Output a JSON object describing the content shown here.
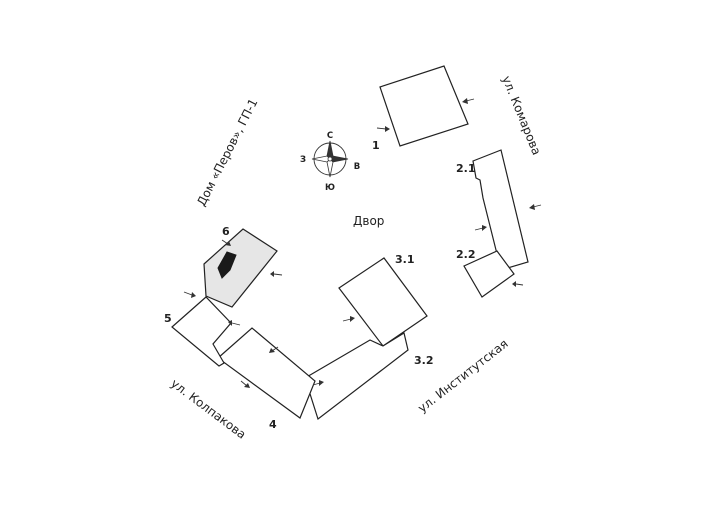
{
  "compass": {
    "north": "С",
    "south": "Ю",
    "west": "З",
    "east": "В"
  },
  "yard_label": "Двор",
  "streets": {
    "komarova": "ул. Комарова",
    "dom_perov": "Дом «Перов», ГП-1",
    "kolpakova": "ул. Колпакова",
    "institutskaya": "ул. Институтская"
  },
  "buildings": [
    "1",
    "2.1",
    "2.2",
    "3.1",
    "3.2",
    "4",
    "5",
    "6"
  ],
  "colors": {
    "selected_section": "#e6e6e6",
    "apartment": "#1a1a1a",
    "lines": "#222222"
  }
}
